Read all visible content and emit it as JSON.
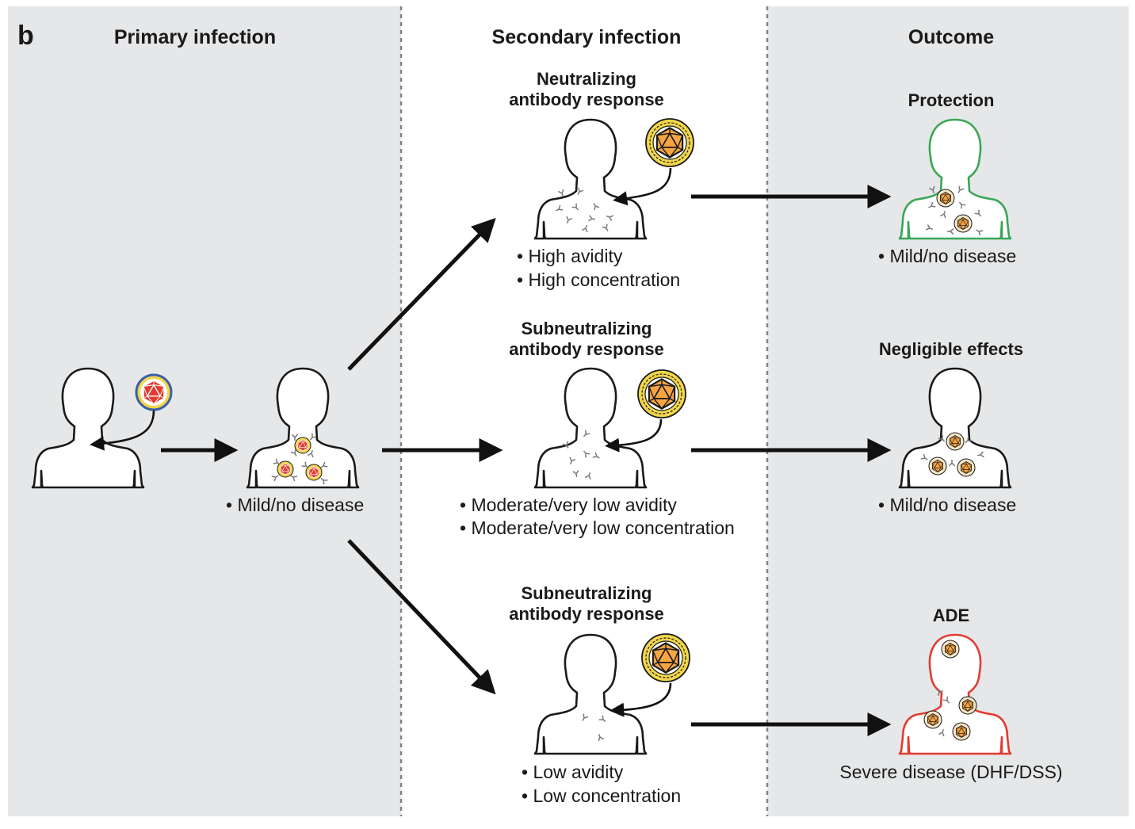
{
  "panel_label": "b",
  "columns": {
    "primary": "Primary infection",
    "secondary": "Secondary infection",
    "outcome": "Outcome"
  },
  "primary": {
    "infected_bullet": "• Mild/no disease"
  },
  "secondary": {
    "top": {
      "title_line1": "Neutralizing",
      "title_line2": "antibody response",
      "bullet1": "• High avidity",
      "bullet2": "• High concentration"
    },
    "middle": {
      "title_line1": "Subneutralizing",
      "title_line2": "antibody response",
      "bullet1": "• Moderate/very low avidity",
      "bullet2": "• Moderate/very low concentration"
    },
    "bottom": {
      "title_line1": "Subneutralizing",
      "title_line2": "antibody response",
      "bullet1": "• Low avidity",
      "bullet2": "• Low concentration"
    }
  },
  "outcome": {
    "top": {
      "title": "Protection",
      "bullet": "• Mild/no disease"
    },
    "middle": {
      "title": "Negligible effects",
      "bullet": "• Mild/no disease"
    },
    "bottom": {
      "title": "ADE",
      "bullet": "Severe disease (DHF/DSS)"
    }
  },
  "colors": {
    "panel_gray": "#e6e7e8",
    "virus_red": "#e03c31",
    "virus_orange": "#f7a541",
    "envelope_yellow": "#f2d64a",
    "protection_green": "#3aa655",
    "ade_red": "#e03c31"
  }
}
